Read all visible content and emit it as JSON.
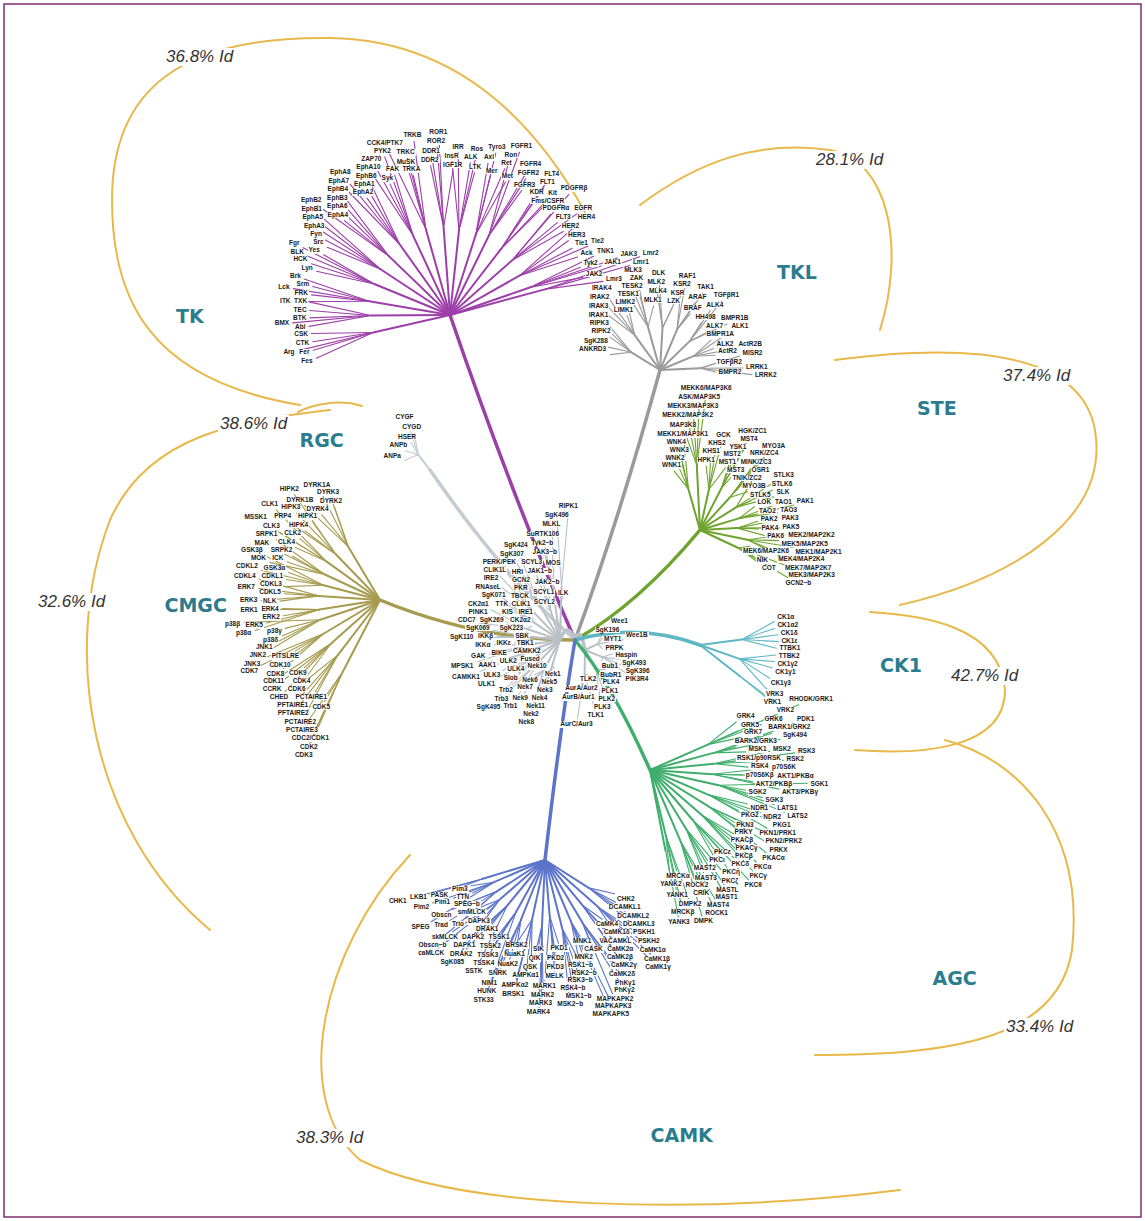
{
  "diagram": {
    "labels": [
      "36.8% Id",
      "28.1% Id",
      "37.4% Id",
      "38.6% Id",
      "32.6% Id",
      "42.7% Id",
      "33.4% Id",
      "38.3% Id",
      "TK",
      "TKL",
      "STE",
      "RGC",
      "CMGC",
      "CK1",
      "AGC",
      "CAMK",
      "Fes",
      "Fer",
      "CTK",
      "CSK",
      "Arg",
      "Abl",
      "BTK",
      "BMX",
      "TEC",
      "TXK",
      "ITK",
      "FRK",
      "Srm",
      "Brk",
      "Lck",
      "Lyn",
      "HCK",
      "BLK",
      "Fgr",
      "Yes",
      "Src",
      "Fyn",
      "EphA3",
      "EphA5",
      "EphB1",
      "EphB2",
      "EphA4",
      "EphA6",
      "EphB3",
      "EphB4",
      "EphA7",
      "EphA8",
      "EphA2",
      "EphA1",
      "EphB6",
      "EphA10",
      "ZAP70",
      "Syk",
      "PYK2",
      "FAK",
      "CCK4/PTK7",
      "MuSK",
      "TRKC",
      "TRKB",
      "TRKA",
      "DDR2",
      "DDR1",
      "ROR2",
      "ROR1",
      "IGF1R",
      "InsR",
      "IRR",
      "ALK",
      "LTK",
      "Ros",
      "Axl",
      "Mer",
      "Tyro3",
      "Ret",
      "Met",
      "Ron",
      "FGFR1",
      "FGFR2",
      "FGFR3",
      "FGFR4",
      "KDR",
      "FLT1",
      "FLT4",
      "Fms/CSFR",
      "Kit",
      "PDGFRα",
      "PDGFRβ",
      "FLT3",
      "EGFR",
      "HER2",
      "HER4",
      "HER3",
      "Tie1",
      "Tie2",
      "Ack",
      "TNK1",
      "Tyk2",
      "JAK1",
      "JAK2",
      "JAK3",
      "Lmr1",
      "Lmr2",
      "Lmr3",
      "ANKRD3",
      "SgK288",
      "RIPK2",
      "RIPK3",
      "IRAK1",
      "IRAK3",
      "IRAK2",
      "IRAK4",
      "LIMK1",
      "LIMK2",
      "TESK1",
      "TESK2",
      "ZAK",
      "MLK3",
      "MLK1",
      "MLK4",
      "MLK2",
      "DLK",
      "LZK",
      "KSR",
      "KSR2",
      "RAF1",
      "BRAF",
      "ARAF",
      "TAK1",
      "HH498",
      "ALK4",
      "TGFβR1",
      "ALK7",
      "BMPR1B",
      "BMPR1A",
      "ALK1",
      "ALK2",
      "ActR2",
      "ActR2B",
      "TGFβR2",
      "MISR2",
      "BMPR2",
      "LRRK1",
      "LRRK2",
      "ANPa",
      "ANPb",
      "HSER",
      "CYGD",
      "CYGF",
      "WNK1",
      "WNK2",
      "WNK3",
      "WNK4",
      "MEKK1/MAP3K1",
      "MAP3K8",
      "MEKK2/MAP3K2",
      "MEKK3/MAP3K3",
      "ASK/MAP3K5",
      "MEKK6/MAP3K6",
      "HPK1",
      "KHS1",
      "KHS2",
      "GCK",
      "MST1",
      "MST2",
      "YSK1",
      "MST3",
      "MST4",
      "HGK/ZC1",
      "MINK/ZC3",
      "TNIK/ZC2",
      "NRK/ZC4",
      "MYO3A",
      "MYO3B",
      "OSR1",
      "STLK3",
      "STLK5",
      "STLK6",
      "SLK",
      "LOK",
      "TAO1",
      "TAO2",
      "TAO3",
      "PAK1",
      "PAK2",
      "PAK3",
      "PAK4",
      "PAK5",
      "PAK6",
      "MEK5/MAP2K5",
      "MEK1/MAP2K1",
      "MEK2/MAP2K2",
      "MEK4/MAP2K4",
      "MEK7/MAP2K7",
      "MEK3/MAP2K3",
      "MEK6/MAP2K6",
      "NIK",
      "COT",
      "GCN2~b",
      "DYRK2",
      "DYRK3",
      "DYRK4",
      "DYRK1A",
      "DYRK1B",
      "HIPK1",
      "HIPK2",
      "HIPK3",
      "HIPK4",
      "PRP4",
      "CLK1",
      "CLK2",
      "CLK3",
      "CLK4",
      "MSSK1",
      "SRPK1",
      "SRPK2",
      "MAK",
      "ICK",
      "MOK",
      "GSK3α",
      "GSK3β",
      "CDKL1",
      "CDKL2",
      "CDKL3",
      "CDKL4",
      "CDKL5",
      "ERK7",
      "NLK",
      "ERK3",
      "ERK4",
      "ERK1",
      "ERK2",
      "ERK5",
      "p38α",
      "p38β",
      "p38γ",
      "p38δ",
      "JNK1",
      "JNK2",
      "JNK3",
      "CDK7",
      "PITSLRE",
      "CDK10",
      "CDK8",
      "CDK11",
      "CCRK",
      "CDK9",
      "CHED",
      "CDK4",
      "CDK6",
      "PFTAIRE1",
      "PFTAIRE2",
      "PCTAIRE1",
      "PCTAIRE2",
      "PCTAIRE3",
      "CDK5",
      "CDC2/CDK1",
      "CDK2",
      "CDK3",
      "Nek1",
      "Nek5",
      "Nek3",
      "Nek4",
      "Nek11",
      "Nek2",
      "Nek8",
      "Nek9",
      "Nek6",
      "Nek7",
      "Nek10",
      "Trb1",
      "Trb2",
      "Trb3",
      "Slob",
      "SgK495",
      "Fused",
      "ULK4",
      "ULK3",
      "ULK1",
      "ULK2",
      "CAMKK1",
      "CAMKK2",
      "AAK1",
      "BIKE",
      "GAK",
      "MPSK1",
      "TBK1",
      "IKKε",
      "IKKα",
      "IKKβ",
      "SBK",
      "SgK069",
      "SgK110",
      "SgK223",
      "SgK269",
      "PINK1",
      "CDC7",
      "CK2α1",
      "CK2α2",
      "KIS",
      "TTK",
      "SgK071",
      "RNAseL",
      "IRE1",
      "IRE2",
      "CLIK1",
      "CLIK1L",
      "TBCK",
      "PERK/PEK",
      "PKR",
      "GCN2",
      "HRI",
      "SgK307",
      "SgK424",
      "SCYL2",
      "SCYL3",
      "SCYL1",
      "JAK1~b",
      "JAK2~b",
      "JAK3~b",
      "Tyk2~b",
      "SuRTK106",
      "MOS",
      "MLKL",
      "SgK496",
      "ILK",
      "RIPK1",
      "SgK196",
      "MYT1",
      "Wee1",
      "Wee1B",
      "PRPK",
      "Haspin",
      "SgK493",
      "SgK396",
      "PIK3R4",
      "Bub1",
      "BubR1",
      "PLK4",
      "PLK1",
      "PLK2",
      "PLK3",
      "TLK1",
      "TLK2",
      "AurA/Aur2",
      "AurB/Aur1",
      "AurC/Aur3",
      "CK1α",
      "CK1α2",
      "CK1δ",
      "CK1ε",
      "TTBK1",
      "TTBK2",
      "CK1γ2",
      "CK1γ1",
      "CK1γ3",
      "VRK3",
      "VRK1",
      "VRK2",
      "GRK4",
      "GRK5",
      "GRK6",
      "RHODK/GRK1",
      "GRK7",
      "BARK1/GRK2",
      "BARK2/GRK3",
      "SgK494",
      "PDK1",
      "MSK1",
      "MSK2",
      "RSK1/p90RSK",
      "RSK2",
      "RSK3",
      "RSK4",
      "p70S6K",
      "p70S6Kβ",
      "AKT1/PKBα",
      "AKT2/PKBβ",
      "AKT3/PKBγ",
      "SGK1",
      "SGK2",
      "SGK3",
      "LATS1",
      "LATS2",
      "NDR1",
      "NDR2",
      "PKG1",
      "PKG2",
      "PKN1/PRK1",
      "PKN2/PRK2",
      "PKN3",
      "PRKX",
      "PRKY",
      "PKACα",
      "PKACβ",
      "PKACγ",
      "PKCα",
      "PKCβ",
      "PKCγ",
      "PKCδ",
      "PKCθ",
      "PKCε",
      "PKCη",
      "PKCι",
      "PKCζ",
      "MASTL",
      "MAST1",
      "MAST2",
      "MAST3",
      "MAST4",
      "ROCK1",
      "ROCK2",
      "CRIK",
      "DMPK",
      "DMPK2",
      "MRCKα",
      "MRCKβ",
      "YANK1",
      "YANK2",
      "YANK3",
      "CHK2",
      "DCAMKL1",
      "DCAMKL2",
      "DCAMKL3",
      "PSKH1",
      "PSKH2",
      "CaMK1α",
      "CaMK1β",
      "CaMK1γ",
      "CaMK1δ",
      "CaMK4",
      "VACAMKL",
      "CaMK2α",
      "CaMK2β",
      "CaMK2γ",
      "CaMK2δ",
      "PhKγ1",
      "PhKγ2",
      "CASK",
      "MAPKAPK2",
      "MAPKAPK3",
      "MAPKAPK5",
      "MNK1",
      "MNK2",
      "RSK1~b",
      "RSK2~b",
      "RSK3~b",
      "RSK4~b",
      "MSK1~b",
      "MSK2~b",
      "PKD1",
      "PKD2",
      "PKD3",
      "MELK",
      "MARK1",
      "MARK2",
      "MARK3",
      "MARK4",
      "SIK",
      "QIK",
      "QSK",
      "AMPKα1",
      "AMPKα2",
      "BRSK1",
      "BRSK2",
      "NuaK1",
      "NuaK2",
      "SNRK",
      "NIM1",
      "HUNK",
      "STK33",
      "TSSK1",
      "TSSK2",
      "TSSK3",
      "TSSK4",
      "SSTK",
      "DRAK1",
      "DRAK2",
      "DAPK1",
      "DAPK2",
      "DAPK3",
      "SgK085",
      "caMLCK",
      "skMLCK",
      "smMLCK",
      "Trio",
      "Trad",
      "Obscn~b",
      "SPEG~b",
      "Obscn",
      "SPEG",
      "TTN",
      "Pim1",
      "Pim2",
      "Pim3",
      "PASK",
      "LKB1",
      "CHK1"
    ]
  }
}
